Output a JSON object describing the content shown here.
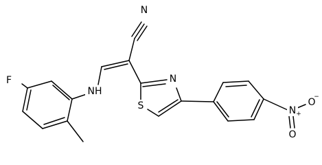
{
  "atom_labels": {
    "nitrile_n": "N",
    "fluorine": "F",
    "amine": "NH",
    "thiazole_n": "N",
    "thiazole_s": "S",
    "nitro_n": "N",
    "nitro_n_charge": "+",
    "nitro_o_top": "O",
    "nitro_o_top_charge": "−",
    "nitro_o_bottom": "O"
  },
  "colors": {
    "bond": "#000000",
    "label": "#000000",
    "background": "#ffffff"
  }
}
